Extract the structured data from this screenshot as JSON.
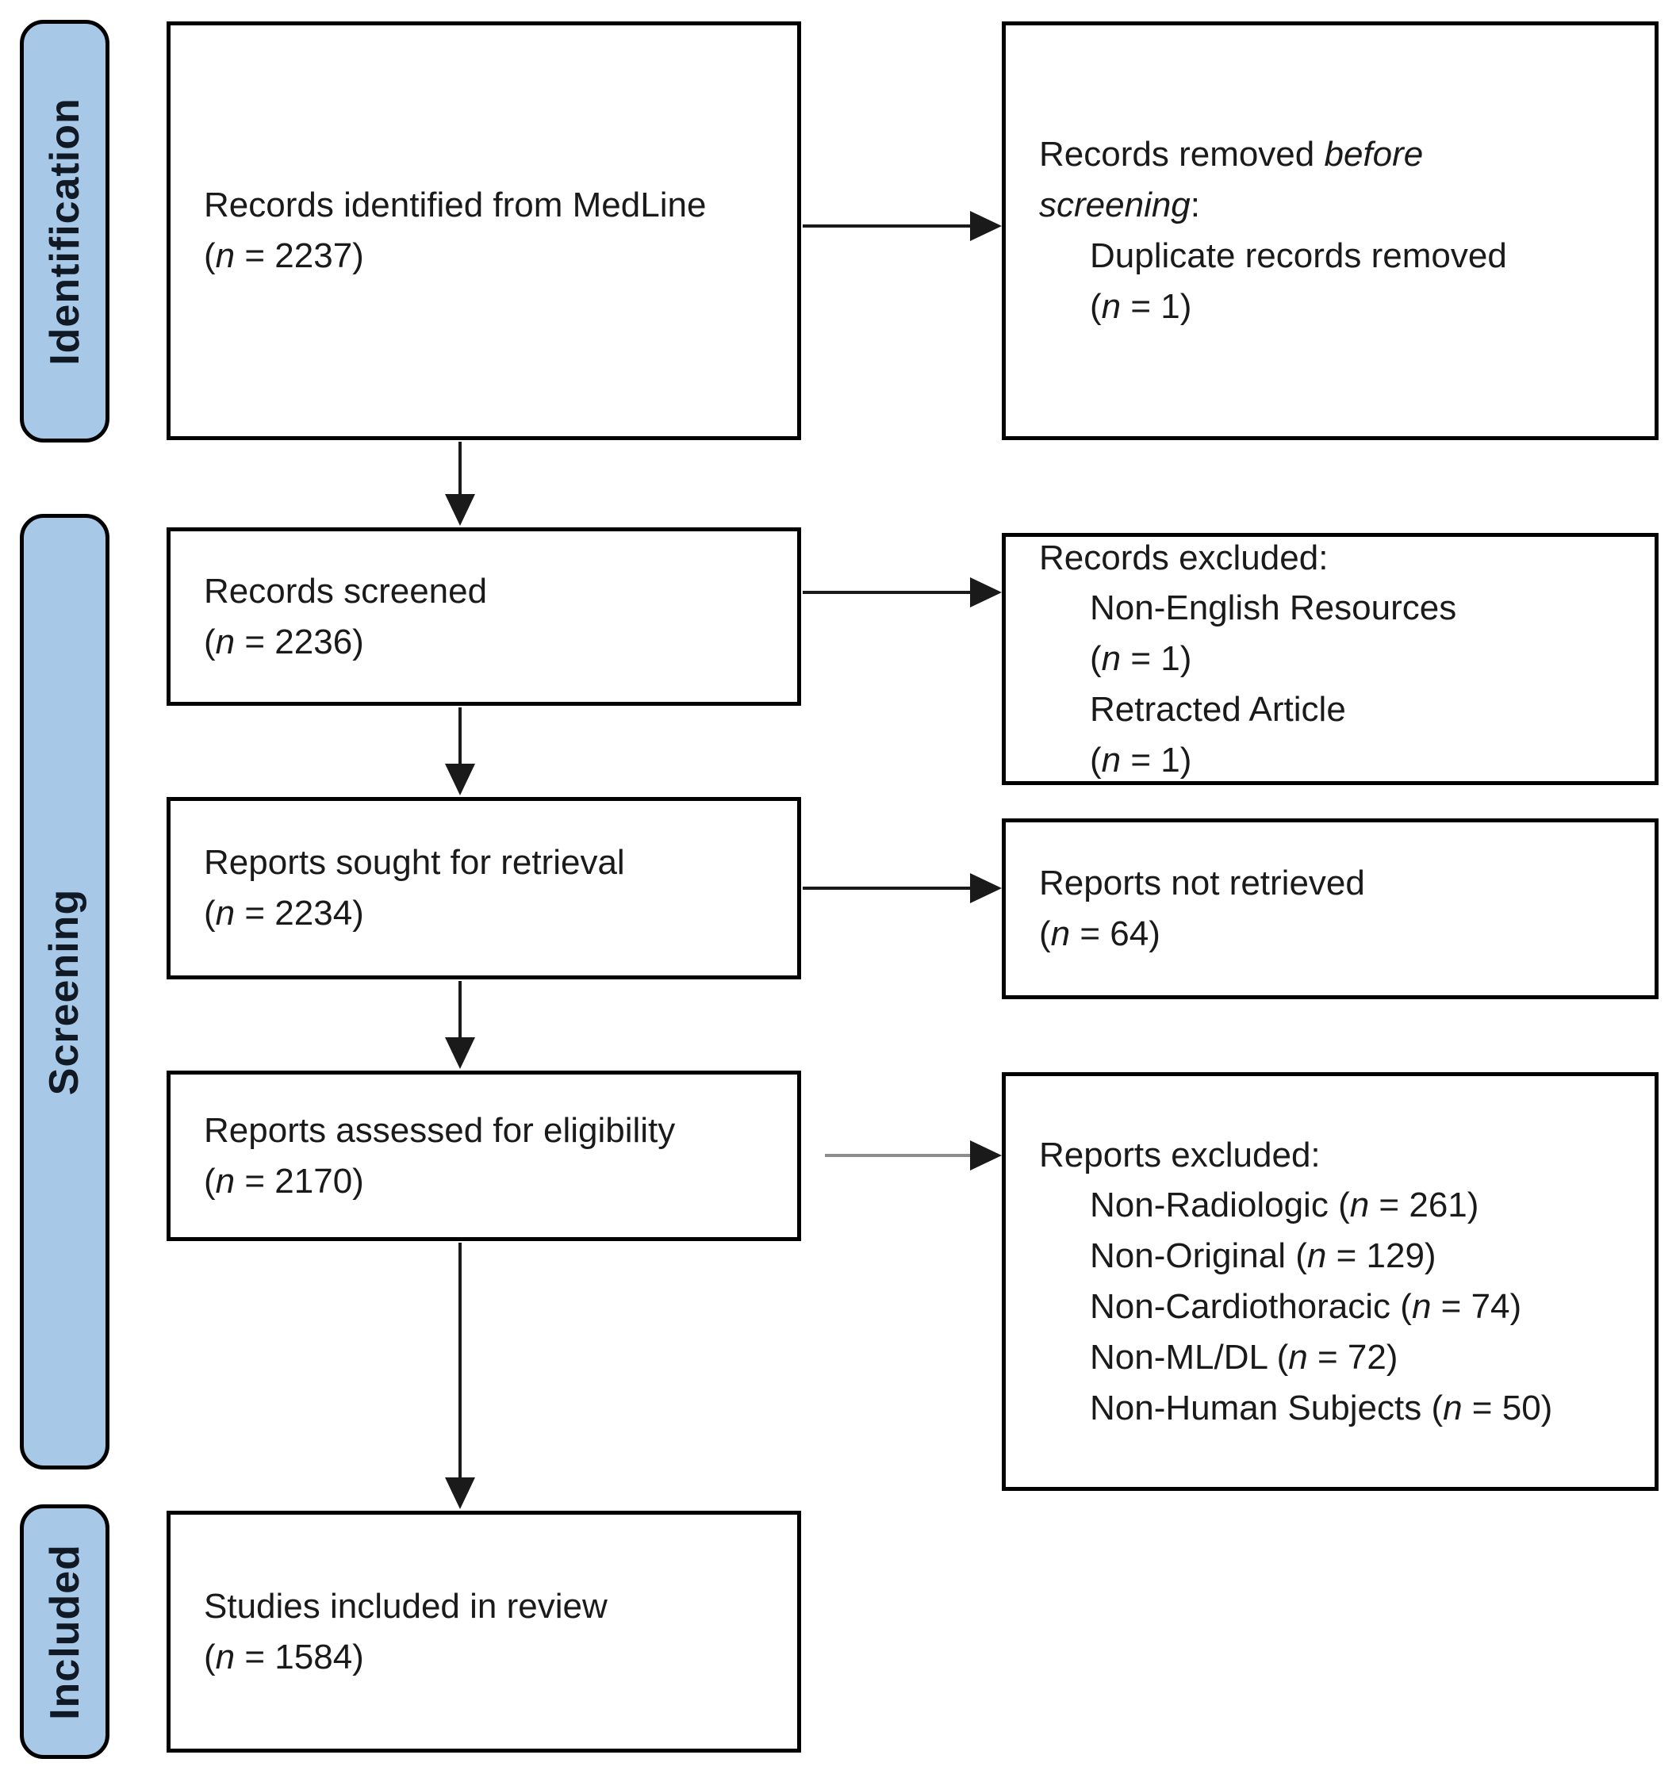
{
  "palette": {
    "stage_fill": "#a8c8e8",
    "stage_border": "#000000",
    "box_border": "#000000",
    "arrow_black": "#1a1a1a",
    "arrow_gray": "#8c8c8c",
    "text": "#1a1a1a"
  },
  "stages": [
    {
      "label": "Identification"
    },
    {
      "label": "Screening"
    },
    {
      "label": "Included"
    }
  ],
  "boxes": {
    "identified": {
      "label": "Records identified from MedLine",
      "n": "2237"
    },
    "screened": {
      "label": "Records screened",
      "n": "2236"
    },
    "sought": {
      "label": "Reports sought for retrieval",
      "n": "2234"
    },
    "assessed": {
      "label": "Reports assessed for eligibility",
      "n": "2170"
    },
    "included": {
      "label": "Studies included in review",
      "n": "1584"
    }
  },
  "side_boxes": {
    "removed": {
      "head_plain": "Records removed ",
      "head_italic_line1": "before",
      "head_italic_line2": "screening",
      "head_tail": ":",
      "items": [
        {
          "label": "Duplicate records removed",
          "n": "1"
        }
      ]
    },
    "records_excluded": {
      "heading": "Records excluded:",
      "items": [
        {
          "label": "Non-English Resources",
          "n": "1"
        },
        {
          "label": "Retracted Article",
          "n": "1"
        }
      ]
    },
    "not_retrieved": {
      "label": "Reports not retrieved",
      "n": "64"
    },
    "reports_excluded": {
      "heading": "Reports excluded:",
      "items": [
        {
          "label": "Non-Radiologic",
          "n": "261"
        },
        {
          "label": "Non-Original",
          "n": "129"
        },
        {
          "label": "Non-Cardiothoracic",
          "n": "74"
        },
        {
          "label": "Non-ML/DL",
          "n": "72"
        },
        {
          "label": "Non-Human Subjects",
          "n": "50"
        }
      ]
    }
  }
}
